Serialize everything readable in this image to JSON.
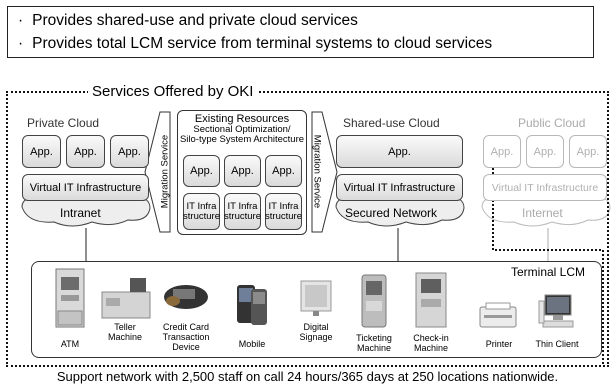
{
  "bullets": [
    "Provides shared-use and private cloud services",
    "Provides total LCM service from terminal systems to cloud services"
  ],
  "bullet_mark": "·",
  "frame_title": "Services Offered by OKI",
  "private_cloud": {
    "title": "Private Cloud",
    "apps": [
      "App.",
      "App.",
      "App."
    ],
    "infrastructure": "Virtual IT Infrastructure",
    "network": "Intranet"
  },
  "existing_resources": {
    "title": "Existing Resources",
    "subtitle_1": "Sectional Optimization/",
    "subtitle_2": "Silo-type System Architecture",
    "apps": [
      "App.",
      "App.",
      "App."
    ],
    "infra": [
      [
        "IT Infra",
        "structure"
      ],
      [
        "IT Infra",
        "structure"
      ],
      [
        "IT Infra",
        "structure"
      ]
    ]
  },
  "migration_left": "Migration Service",
  "migration_right": "Migration Service",
  "shared_cloud": {
    "title": "Shared-use Cloud",
    "app": "App.",
    "infrastructure": "Virtual IT Infrastructure",
    "network": "Secured Network"
  },
  "public_cloud": {
    "title": "Public Cloud",
    "apps": [
      "App.",
      "App.",
      "App."
    ],
    "infrastructure": "Virtual IT Infrastructure",
    "network": "Internet"
  },
  "terminal_lcm": "Terminal LCM",
  "terminals": [
    {
      "label": [
        "ATM"
      ],
      "icon": "atm-icon"
    },
    {
      "label": [
        "Teller",
        "Machine"
      ],
      "icon": "teller-machine-icon"
    },
    {
      "label": [
        "Credit Card",
        "Transaction",
        "Device"
      ],
      "icon": "credit-card-device-icon"
    },
    {
      "label": [
        "Mobile"
      ],
      "icon": "mobile-icon"
    },
    {
      "label": [
        "Digital",
        "Signage"
      ],
      "icon": "digital-signage-icon"
    },
    {
      "label": [
        "Ticketing",
        "Machine"
      ],
      "icon": "ticketing-machine-icon"
    },
    {
      "label": [
        "Check-in",
        "Machine"
      ],
      "icon": "check-in-machine-icon"
    },
    {
      "label": [
        "Printer"
      ],
      "icon": "printer-icon"
    },
    {
      "label": [
        "Thin Client"
      ],
      "icon": "thin-client-icon"
    }
  ],
  "footer": "Support network with 2,500 staff on call 24 hours/365 days at 250 locations nationwide."
}
